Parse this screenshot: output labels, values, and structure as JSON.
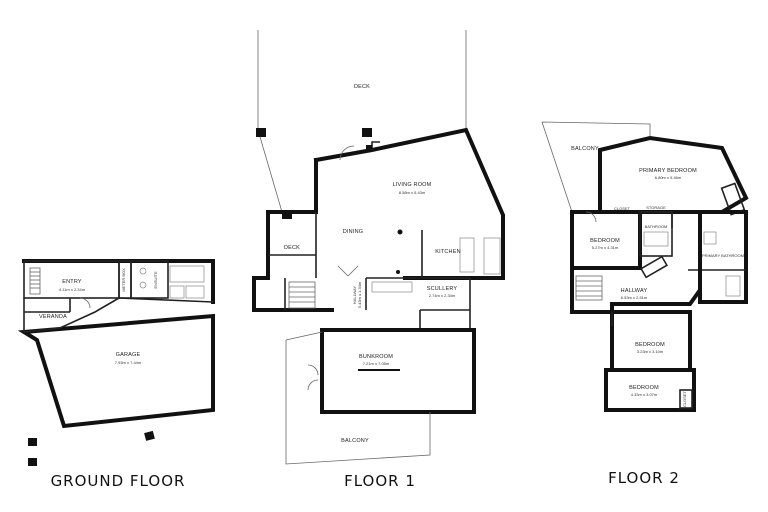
{
  "floors": {
    "ground": "GROUND FLOOR",
    "floor1": "FLOOR 1",
    "floor2": "FLOOR 2"
  },
  "ground_rooms": {
    "entry": "ENTRY",
    "entry_dim": "4.11m x 2.34m",
    "meter_box": "METER BOX",
    "ensuite": "ENSUITE",
    "veranda": "VERANDA",
    "garage": "GARAGE",
    "garage_dim": "7.93m x 7.44m"
  },
  "floor1_rooms": {
    "deck_top": "DECK",
    "deck_left": "DECK",
    "living": "LIVING ROOM",
    "living_dim": "8.58m x 5.43m",
    "dining": "DINING",
    "kitchen": "KITCHEN",
    "hallway": "HALLWAY",
    "hallway_dim": "5.43m x 1.34m",
    "scullery": "SCULLERY",
    "scullery_dim": "2.74m x 2.34m",
    "bunkroom": "BUNKROOM",
    "bunkroom_dim": "7.21m x 7.05m",
    "balcony": "BALCONY"
  },
  "floor2_rooms": {
    "balcony": "BALCONY",
    "primary_bedroom": "PRIMARY BEDROOM",
    "primary_bedroom_dim": "6.80m x 5.46m",
    "closet_a": "CLOSET",
    "storage": "STORAGE",
    "bedroom1": "BEDROOM",
    "bedroom1_dim": "5.27m x 4.31m",
    "bathroom": "BATHROOM",
    "hallway": "HALLWAY",
    "hallway_dim": "6.53m x 2.51m",
    "primary_bathroom": "PRIMARY BATHROOM",
    "bedroom2": "BEDROOM",
    "bedroom2_dim": "3.23m x 3.10m",
    "bedroom3": "BEDROOM",
    "bedroom3_dim": "4.33m x 3.07m",
    "closet_b": "CLOSET"
  }
}
